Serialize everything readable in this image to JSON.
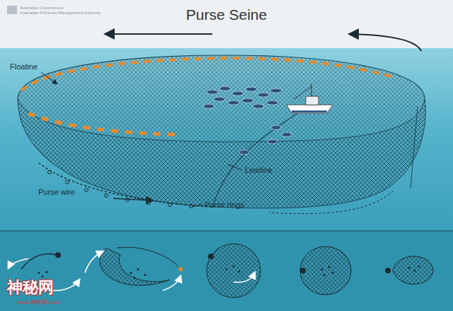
{
  "diagram": {
    "title": "Purse Seine",
    "labels": [
      "Australian Government",
      "Australian Fisheries Management Authority",
      "Floatine",
      "Leadine",
      "Purse wire",
      "Purse rings",
      "神秘网",
      "www.神秘网.com"
    ]
  }
}
